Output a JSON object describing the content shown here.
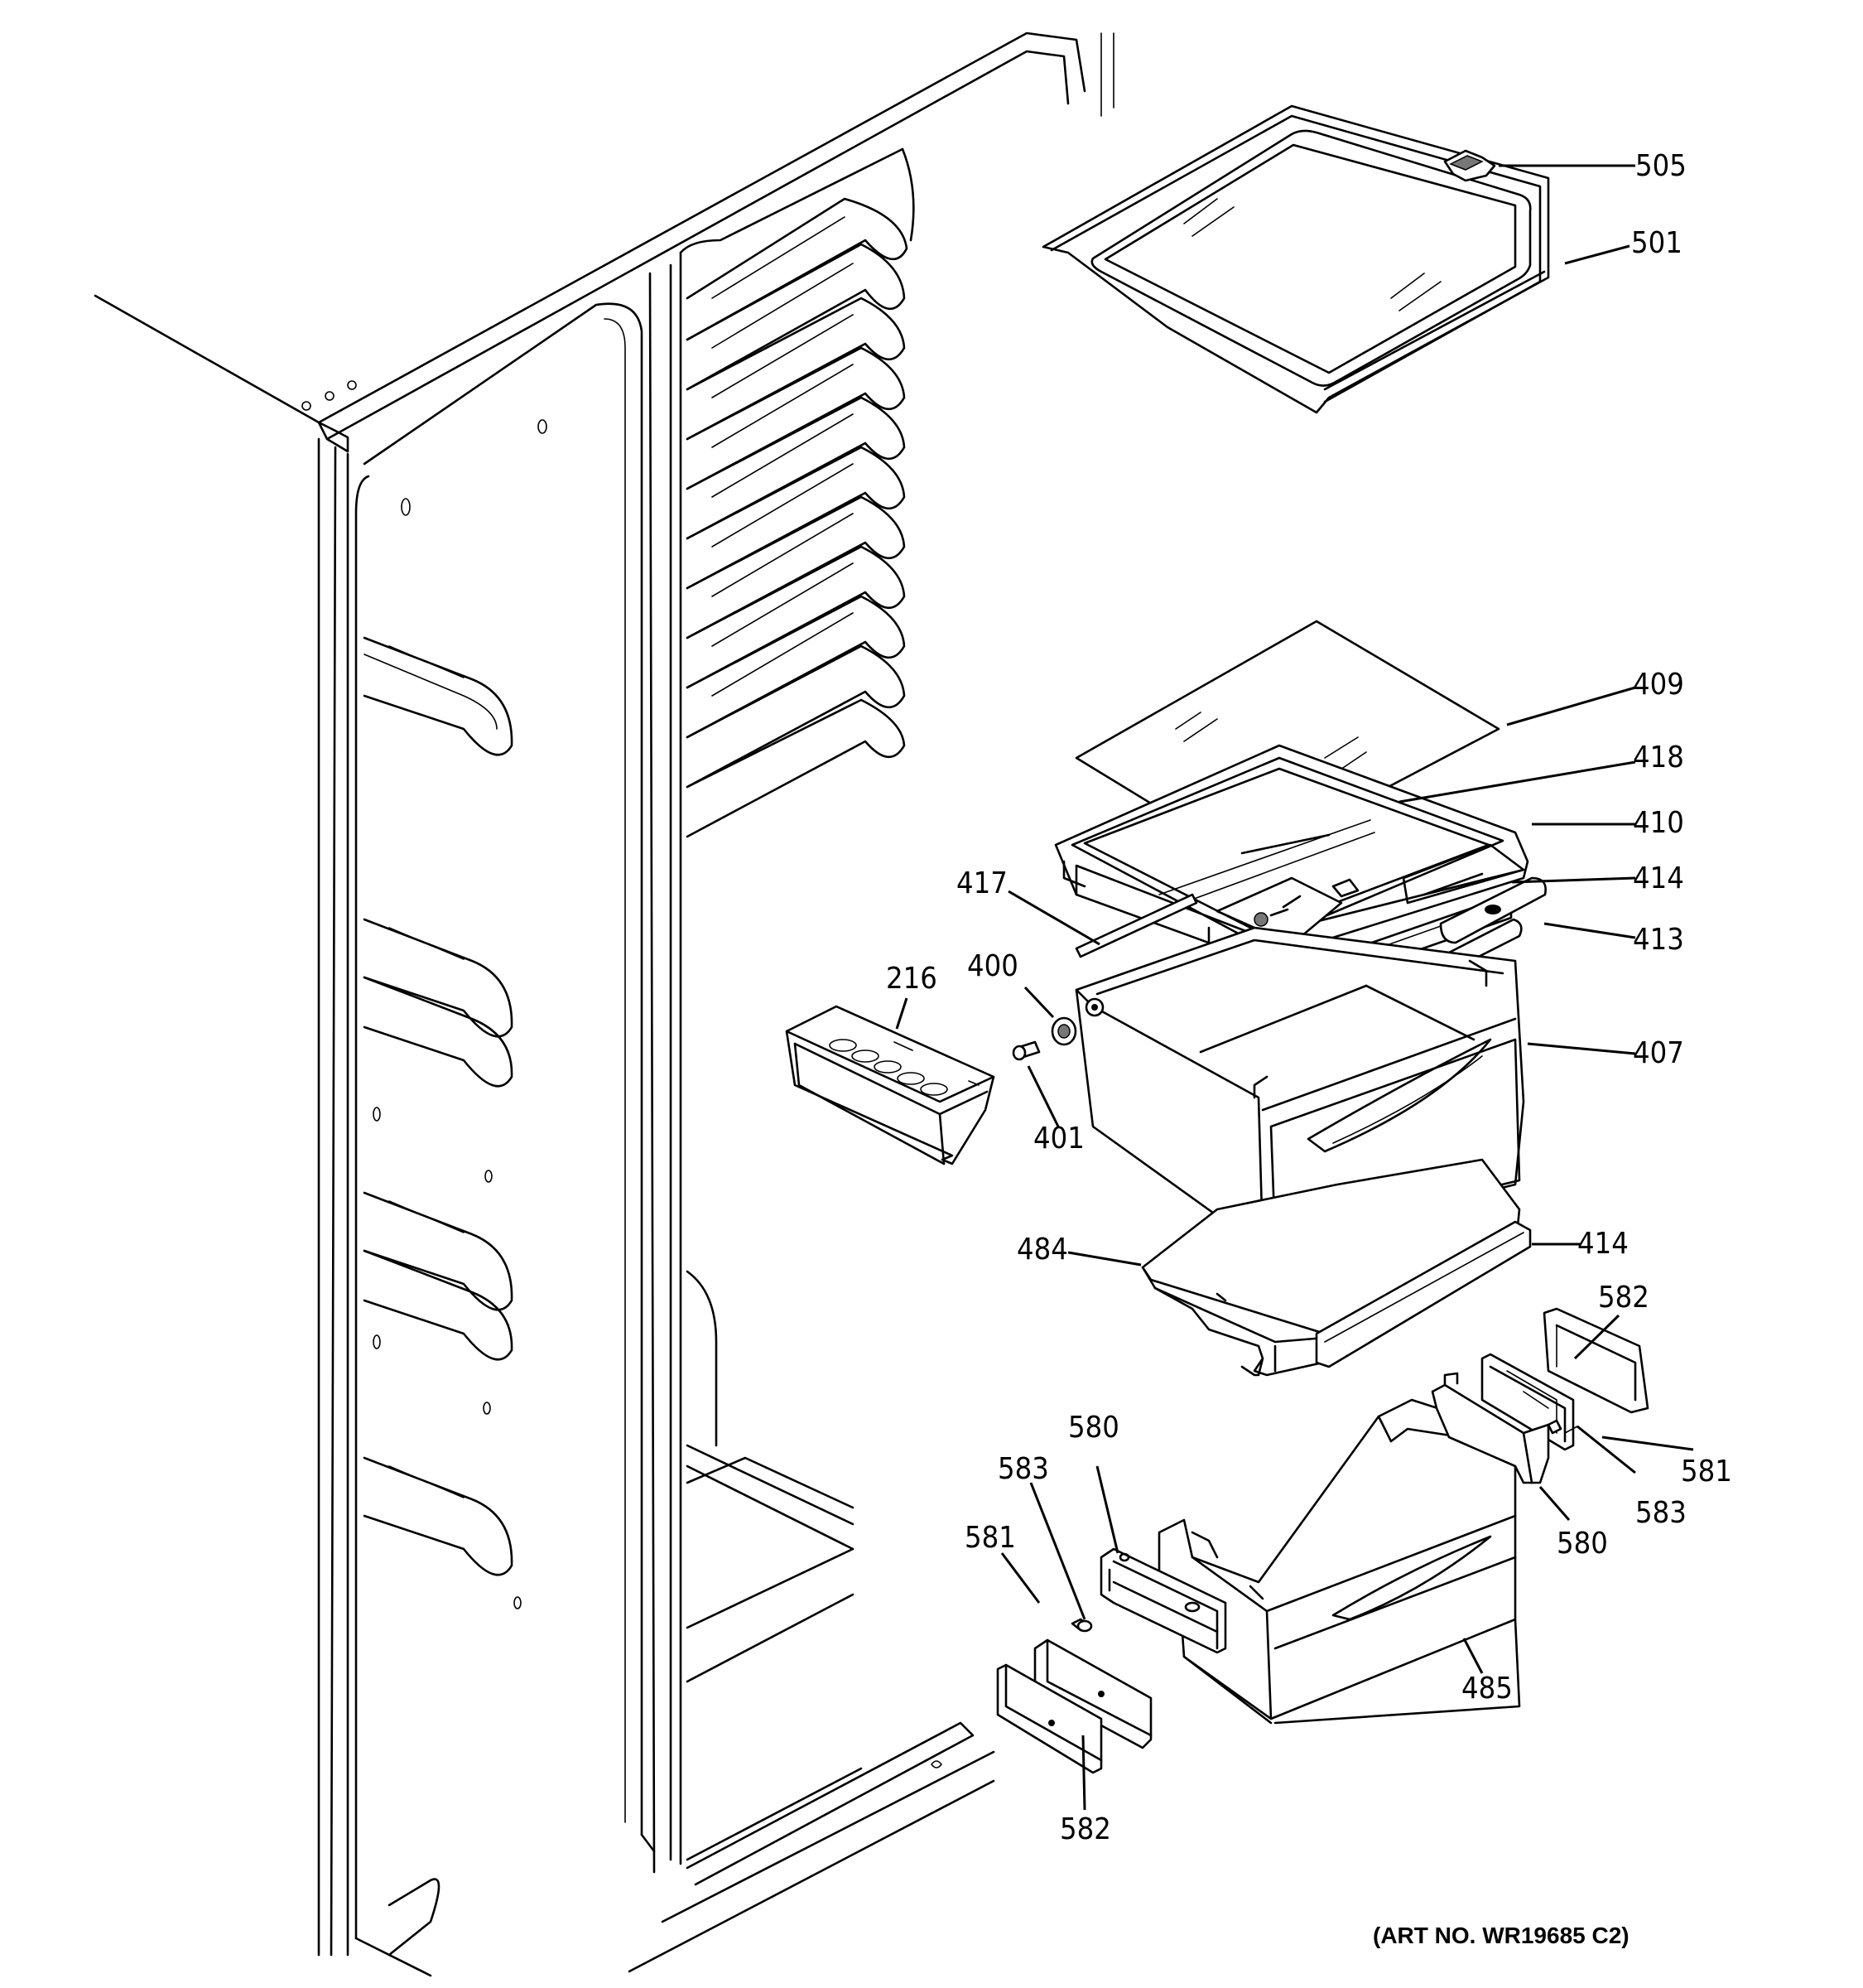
{
  "callouts": [
    {
      "id": "505",
      "text": "505"
    },
    {
      "id": "501",
      "text": "501"
    },
    {
      "id": "409",
      "text": "409"
    },
    {
      "id": "418",
      "text": "418"
    },
    {
      "id": "410",
      "text": "410"
    },
    {
      "id": "414a",
      "text": "414"
    },
    {
      "id": "417",
      "text": "417"
    },
    {
      "id": "413",
      "text": "413"
    },
    {
      "id": "216",
      "text": "216"
    },
    {
      "id": "400",
      "text": "400"
    },
    {
      "id": "407",
      "text": "407"
    },
    {
      "id": "401",
      "text": "401"
    },
    {
      "id": "484",
      "text": "484"
    },
    {
      "id": "414b",
      "text": "414"
    },
    {
      "id": "582a",
      "text": "582"
    },
    {
      "id": "580a",
      "text": "580"
    },
    {
      "id": "581a",
      "text": "581"
    },
    {
      "id": "583a",
      "text": "583"
    },
    {
      "id": "583b",
      "text": "583"
    },
    {
      "id": "581b",
      "text": "581"
    },
    {
      "id": "580b",
      "text": "580"
    },
    {
      "id": "485",
      "text": "485"
    },
    {
      "id": "582b",
      "text": "582"
    }
  ],
  "art_number": "(ART NO. WR19685 C2)"
}
